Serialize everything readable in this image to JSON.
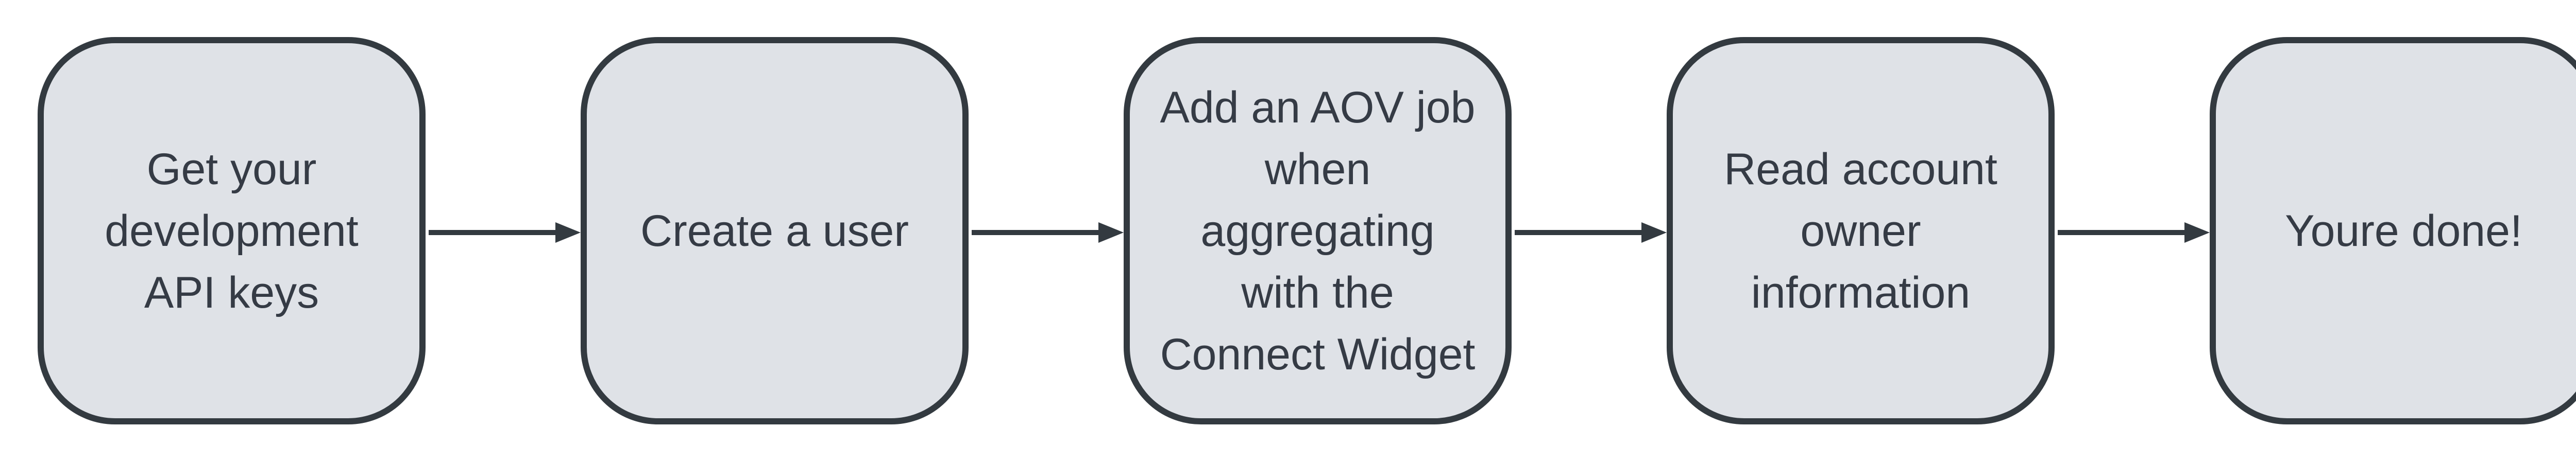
{
  "diagram": {
    "steps": [
      {
        "label": "Get your\ndevelopment\nAPI keys"
      },
      {
        "label": "Create a user"
      },
      {
        "label": "Add an AOV job\nwhen\naggregating\nwith the\nConnect Widget"
      },
      {
        "label": "Read account\nowner\ninformation"
      },
      {
        "label": "Youre done!"
      }
    ]
  },
  "colors": {
    "box_fill": "#dfe2e7",
    "box_border": "#333a40",
    "text": "#353b45",
    "arrow": "#333a40"
  }
}
